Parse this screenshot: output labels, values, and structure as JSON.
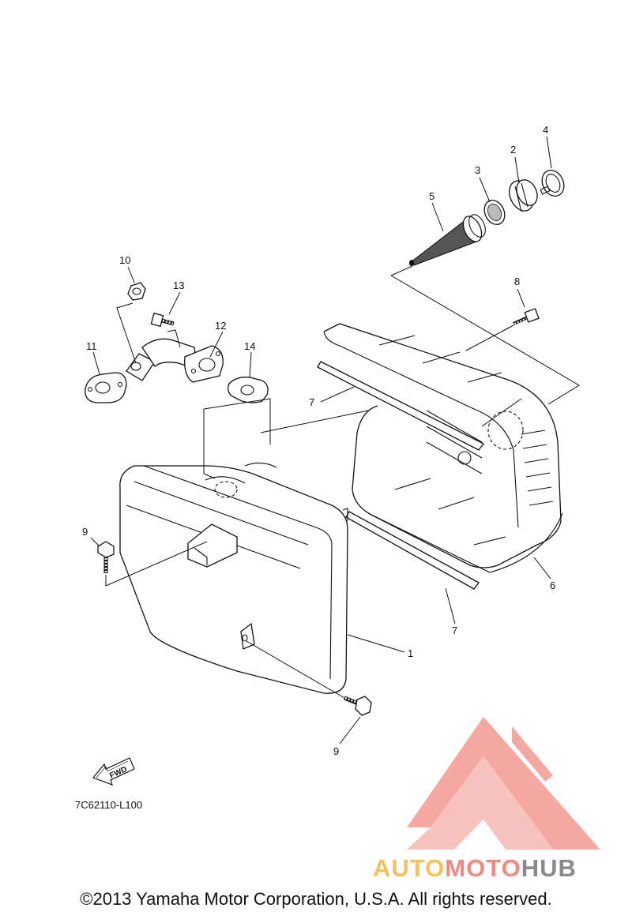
{
  "diagram": {
    "callouts": [
      "1",
      "2",
      "3",
      "4",
      "5",
      "6",
      "7",
      "7",
      "8",
      "9",
      "9",
      "10",
      "11",
      "12",
      "13",
      "14"
    ],
    "part_code": "7C62110-L100",
    "fwd_label": "FWD"
  },
  "watermark": {
    "part1": "AUTO",
    "part2": "MOTO",
    "part3": "HUB",
    "colors": {
      "auto": "#f6bf60",
      "moto": "#f08a80",
      "hub": "#8a8a8a",
      "logo": "#f39a92"
    }
  },
  "copyright": "©2013 Yamaha Motor Corporation, U.S.A. All rights reserved."
}
